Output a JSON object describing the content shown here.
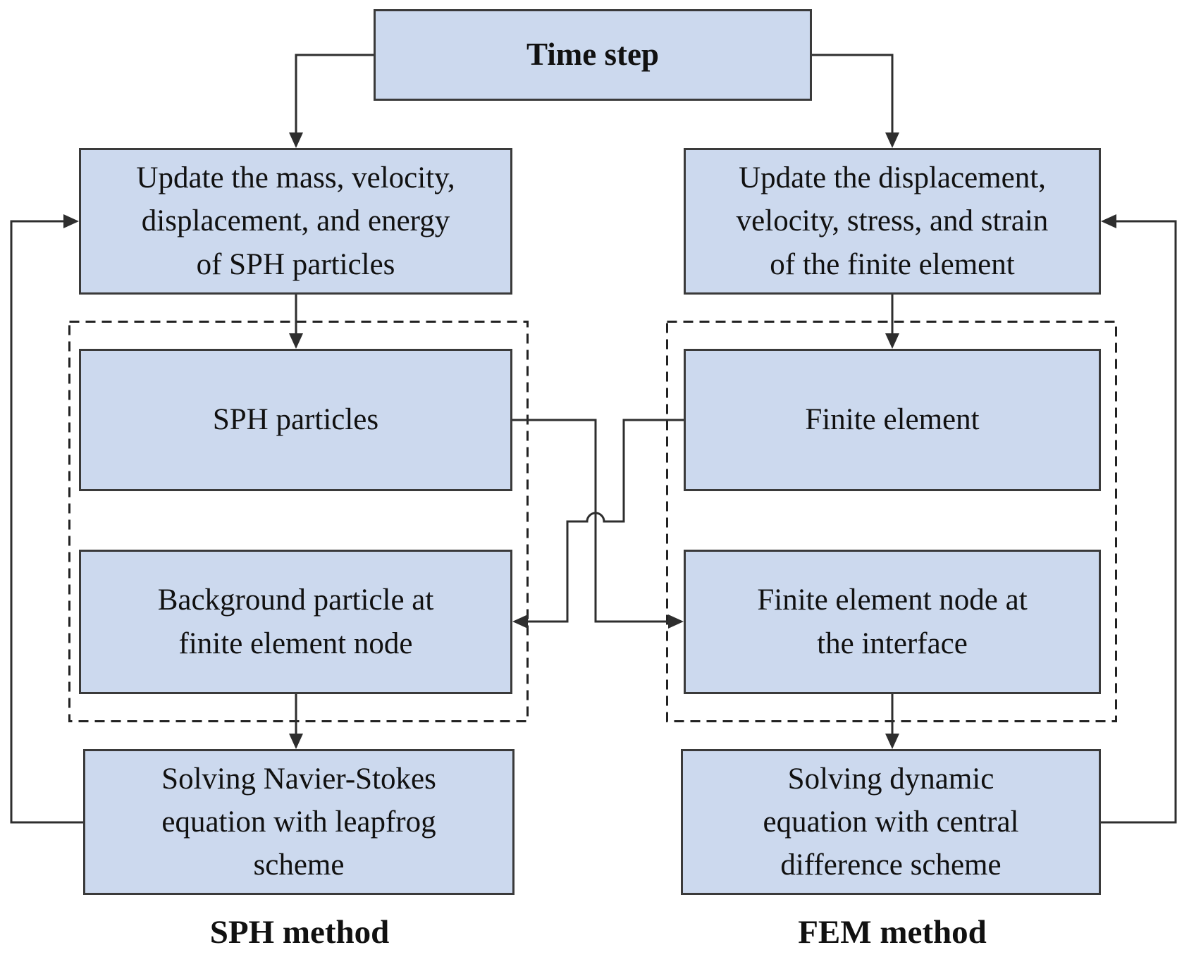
{
  "diagram": {
    "title_node": "Time step",
    "sph_column": {
      "update_node": "Update the mass, velocity,\ndisplacement, and energy\nof SPH particles",
      "particles_node": "SPH particles",
      "background_node": "Background particle at\nfinite element node",
      "solver_node": "Solving Navier-Stokes\nequation with leapfrog\nscheme",
      "caption": "SPH method"
    },
    "fem_column": {
      "update_node": "Update the displacement,\nvelocity, stress, and strain\nof the finite element",
      "element_node": "Finite element",
      "interface_node": "Finite element node at\nthe interface",
      "solver_node": "Solving dynamic\nequation with central\ndifference scheme",
      "caption": "FEM method"
    },
    "colors": {
      "node_fill": "#ccd9ee",
      "node_border": "#3a3a3a",
      "connector": "#2e2e2e",
      "text": "#111111",
      "background": "#ffffff"
    }
  }
}
